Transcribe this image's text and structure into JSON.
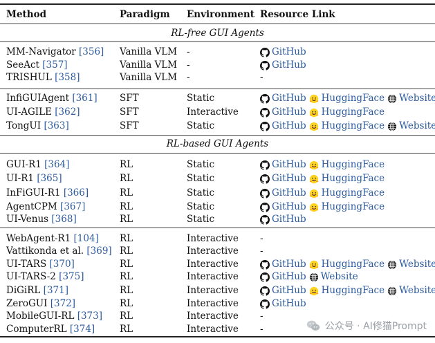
{
  "headers": {
    "method": "Method",
    "paradigm": "Paradigm",
    "environment": "Environment",
    "resource": "Resource Link"
  },
  "sections": [
    {
      "title": "RL-free GUI Agents"
    },
    {
      "title": "RL-based GUI Agents"
    }
  ],
  "resource_labels": {
    "github": "GitHub",
    "huggingface": "HuggingFace",
    "website": "Website",
    "none": "-"
  },
  "rows": [
    {
      "name": "MM-Navigator",
      "ref": "[356]",
      "paradigm": "Vanilla VLM",
      "env": "-",
      "resources": [
        "github"
      ]
    },
    {
      "name": "SeeAct",
      "ref": "[357]",
      "paradigm": "Vanilla VLM",
      "env": "-",
      "resources": [
        "github"
      ]
    },
    {
      "name": "TRISHUL",
      "ref": "[358]",
      "paradigm": "Vanilla VLM",
      "env": "-",
      "resources": []
    },
    {
      "name": "InfiGUIAgent",
      "ref": "[361]",
      "paradigm": "SFT",
      "env": "Static",
      "resources": [
        "github",
        "huggingface",
        "website"
      ]
    },
    {
      "name": "UI-AGILE",
      "ref": "[362]",
      "paradigm": "SFT",
      "env": "Interactive",
      "resources": [
        "github",
        "huggingface"
      ]
    },
    {
      "name": "TongUI",
      "ref": "[363]",
      "paradigm": "SFT",
      "env": "Static",
      "resources": [
        "github",
        "huggingface",
        "website"
      ]
    },
    {
      "name": "GUI-R1",
      "ref": "[364]",
      "paradigm": "RL",
      "env": "Static",
      "resources": [
        "github",
        "huggingface"
      ]
    },
    {
      "name": "UI-R1",
      "ref": "[365]",
      "paradigm": "RL",
      "env": "Static",
      "resources": [
        "github",
        "huggingface"
      ]
    },
    {
      "name": "InFiGUI-R1",
      "ref": "[366]",
      "paradigm": "RL",
      "env": "Static",
      "resources": [
        "github",
        "huggingface"
      ]
    },
    {
      "name": "AgentCPM",
      "ref": "[367]",
      "paradigm": "RL",
      "env": "Static",
      "resources": [
        "github",
        "huggingface"
      ]
    },
    {
      "name": "UI-Venus",
      "ref": "[368]",
      "paradigm": "RL",
      "env": "Static",
      "resources": [
        "github"
      ]
    },
    {
      "name": "WebAgent-R1",
      "ref": "[104]",
      "paradigm": "RL",
      "env": "Interactive",
      "resources": []
    },
    {
      "name": "Vattikonda et al.",
      "ref": "[369]",
      "paradigm": "RL",
      "env": "Interactive",
      "resources": []
    },
    {
      "name": "UI-TARS",
      "ref": "[370]",
      "paradigm": "RL",
      "env": "Interactive",
      "resources": [
        "github",
        "huggingface",
        "website"
      ]
    },
    {
      "name": "UI-TARS-2",
      "ref": "[375]",
      "paradigm": "RL",
      "env": "Interactive",
      "resources": [
        "github",
        "website"
      ]
    },
    {
      "name": "DiGiRL",
      "ref": "[371]",
      "paradigm": "RL",
      "env": "Interactive",
      "resources": [
        "github",
        "huggingface",
        "website"
      ]
    },
    {
      "name": "ZeroGUI",
      "ref": "[372]",
      "paradigm": "RL",
      "env": "Interactive",
      "resources": [
        "github"
      ]
    },
    {
      "name": "MobileGUI-RL",
      "ref": "[373]",
      "paradigm": "RL",
      "env": "Interactive",
      "resources": []
    },
    {
      "name": "ComputerRL",
      "ref": "[374]",
      "paradigm": "RL",
      "env": "Interactive",
      "resources": []
    }
  ],
  "watermark": {
    "text": "公众号 · AI修猫Prompt",
    "icon": "wechat-icon"
  },
  "colors": {
    "link": "#2a5a9e",
    "rule": "#222222",
    "watermark": "#9aa0a6"
  }
}
